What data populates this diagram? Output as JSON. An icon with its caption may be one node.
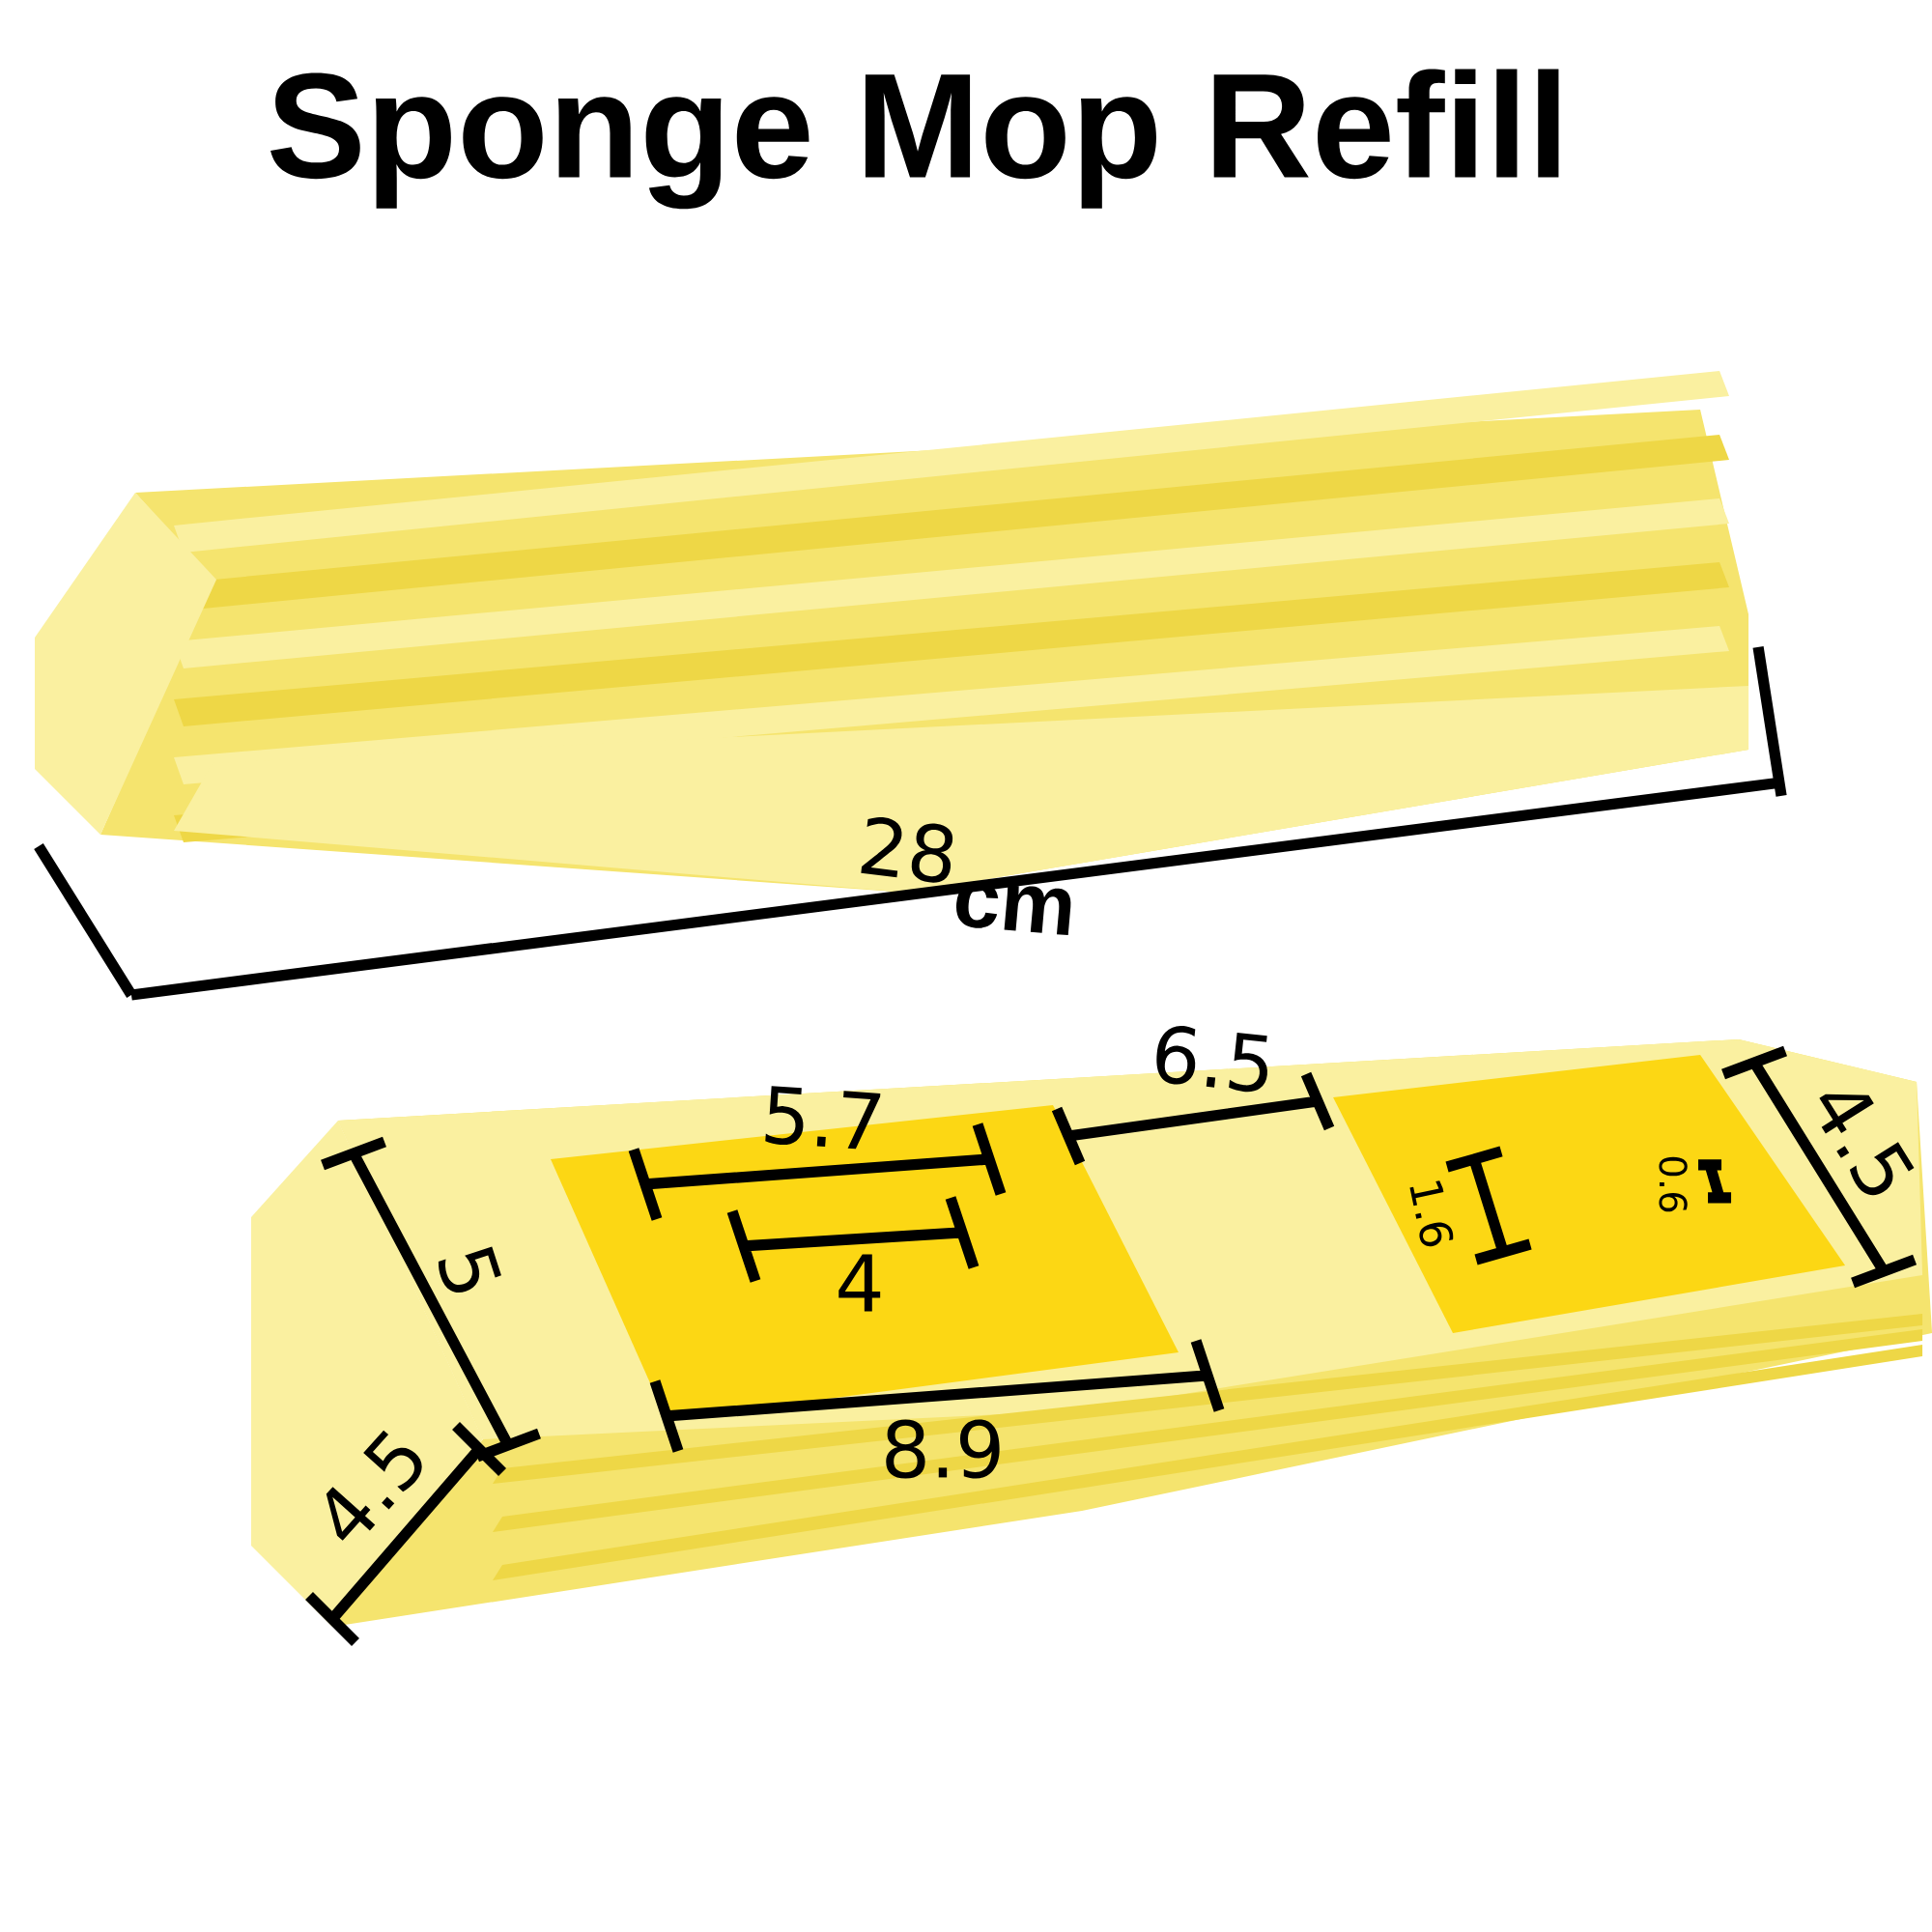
{
  "diagram": {
    "title": "Sponge Mop Refill",
    "labels": [
      "28",
      "cm",
      "6.5",
      "5.7",
      "4.5",
      "1.6",
      "0.6",
      "4",
      "5",
      "8.9",
      "4.5"
    ]
  }
}
